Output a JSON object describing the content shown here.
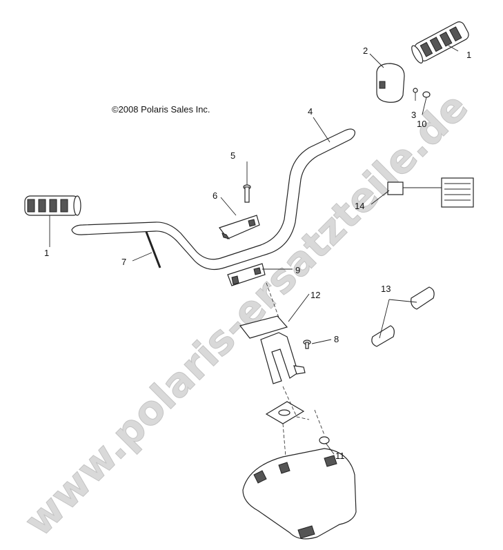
{
  "copyright": "©2008 Polaris Sales Inc.",
  "watermark": "www.polaris-ersatzteile.de",
  "callouts": {
    "grip_right": "1",
    "grip_left": "1",
    "throttle_housing": "2",
    "screw_small": "3",
    "handlebar": "4",
    "bolt_top": "5",
    "clamp_upper": "6",
    "end_rod": "7",
    "screw_bracket": "8",
    "clamp_lower": "9",
    "nut_small": "10",
    "nut_pod": "11",
    "bracket": "12",
    "plug_pair": "13",
    "heater_element": "14"
  },
  "colors": {
    "line": "#222222",
    "watermark": "#d9d9d9",
    "background": "#ffffff"
  }
}
